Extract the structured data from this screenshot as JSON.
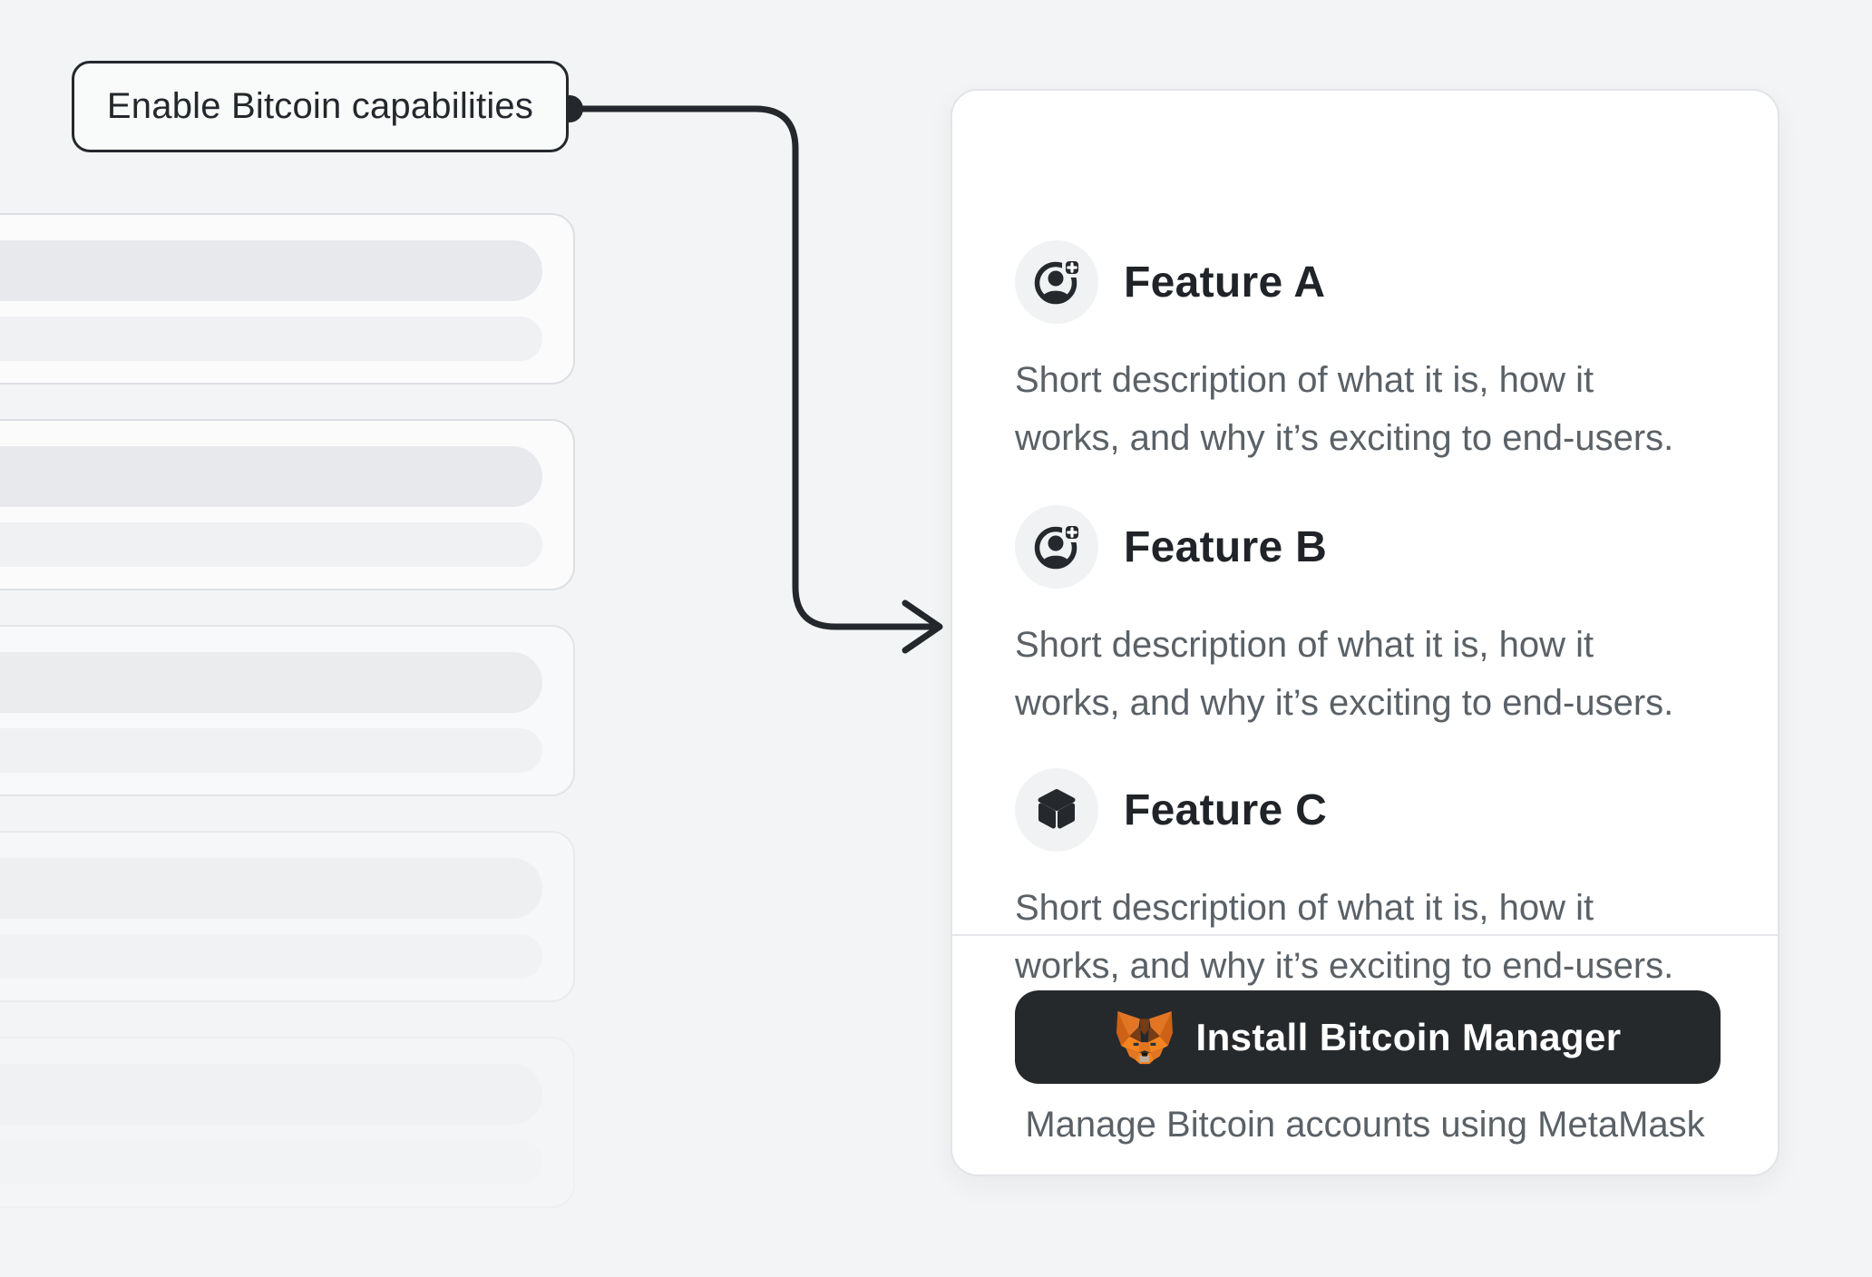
{
  "callout": {
    "label": "Enable Bitcoin capabilities"
  },
  "panel": {
    "features": [
      {
        "icon": "account-plus-icon",
        "title": "Feature A",
        "desc_line1": "Short description of what it is, how it",
        "desc_line2": "works, and why it’s exciting to end-users."
      },
      {
        "icon": "account-plus-icon",
        "title": "Feature B",
        "desc_line1": "Short description of what it is, how it",
        "desc_line2": "works, and why it’s exciting to end-users."
      },
      {
        "icon": "cube-icon",
        "title": "Feature C",
        "desc_line1": "Short description of what it is, how it",
        "desc_line2": "works, and why it’s exciting to end-users."
      }
    ],
    "install": {
      "button_label": "Install Bitcoin Manager",
      "caption": "Manage Bitcoin accounts using MetaMask"
    }
  },
  "skeleton": {
    "card_count": 5,
    "card_opacities": [
      1,
      1,
      0.72,
      0.45,
      0.2
    ]
  },
  "colors": {
    "page_background": "#f3f4f5",
    "connector": "#24282c",
    "panel_background": "#ffffff",
    "panel_border": "#e2e4e8",
    "title_text": "#202428",
    "description_text": "#5a6167",
    "button_background": "#26292c",
    "button_text": "#ffffff",
    "metamask_orange": "#f5841f",
    "skeleton_pill_dark": "#e8e9ec",
    "skeleton_pill_light": "#f0f1f3"
  }
}
